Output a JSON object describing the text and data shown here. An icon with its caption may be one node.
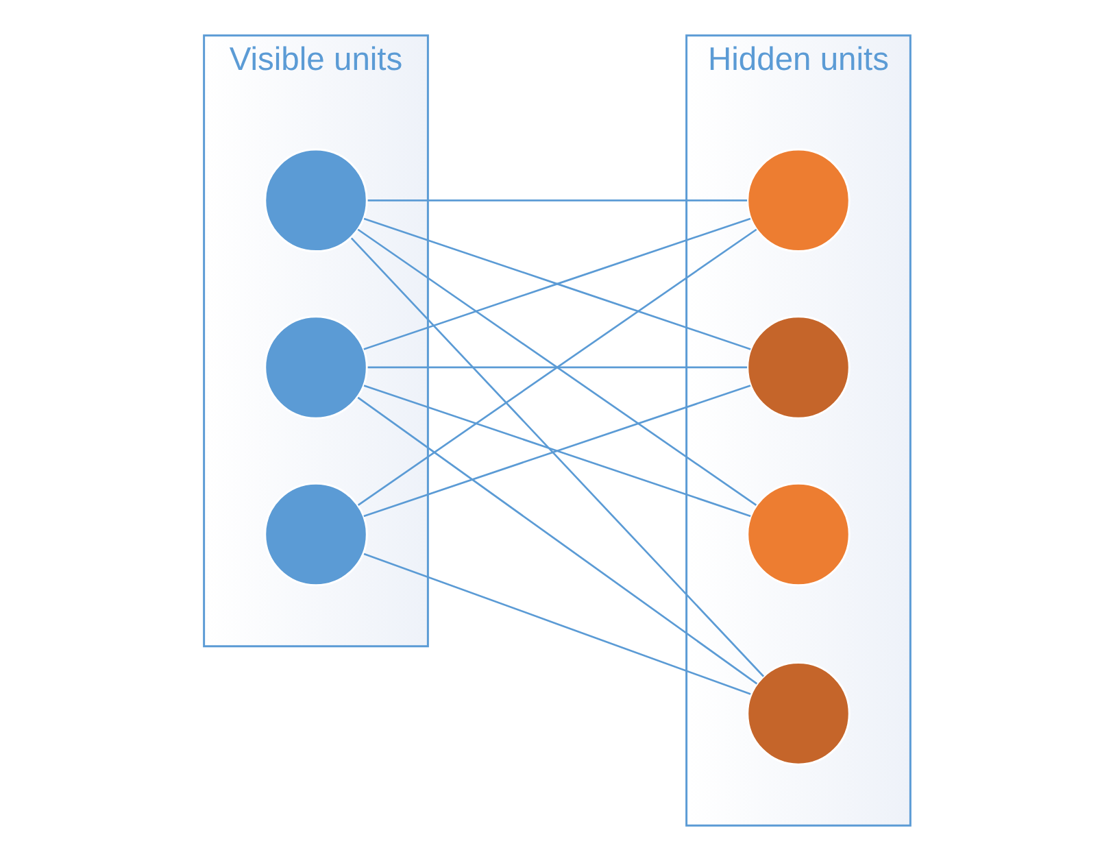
{
  "diagram": {
    "nodes": [
      {
        "text": [
          "Visible units"
        ]
      },
      {
        "text": [
          "Hidden units"
        ]
      },
      {
        "text": [],
        "shape": "circle",
        "in": 0
      },
      {
        "text": [],
        "shape": "circle",
        "in": 0
      },
      {
        "text": [],
        "shape": "circle",
        "in": 0
      },
      {
        "text": [],
        "shape": "circle",
        "in": 1
      },
      {
        "text": [],
        "shape": "circle",
        "in": 1
      },
      {
        "text": [],
        "shape": "circle",
        "in": 1
      },
      {
        "text": [],
        "shape": "circle",
        "in": 1
      }
    ],
    "edges": [
      {
        "from": 2,
        "to": 5,
        "arrow": "none"
      },
      {
        "from": 2,
        "to": 6,
        "arrow": "none"
      },
      {
        "from": 2,
        "to": 7,
        "arrow": "none"
      },
      {
        "from": 2,
        "to": 8,
        "arrow": "none"
      },
      {
        "from": 3,
        "to": 5,
        "arrow": "none"
      },
      {
        "from": 3,
        "to": 6,
        "arrow": "none"
      },
      {
        "from": 3,
        "to": 7,
        "arrow": "none"
      },
      {
        "from": 3,
        "to": 8,
        "arrow": "none"
      },
      {
        "from": 4,
        "to": 5,
        "arrow": "none"
      },
      {
        "from": 4,
        "to": 6,
        "arrow": "none"
      },
      {
        "from": 4,
        "to": 8,
        "arrow": "none"
      }
    ]
  }
}
